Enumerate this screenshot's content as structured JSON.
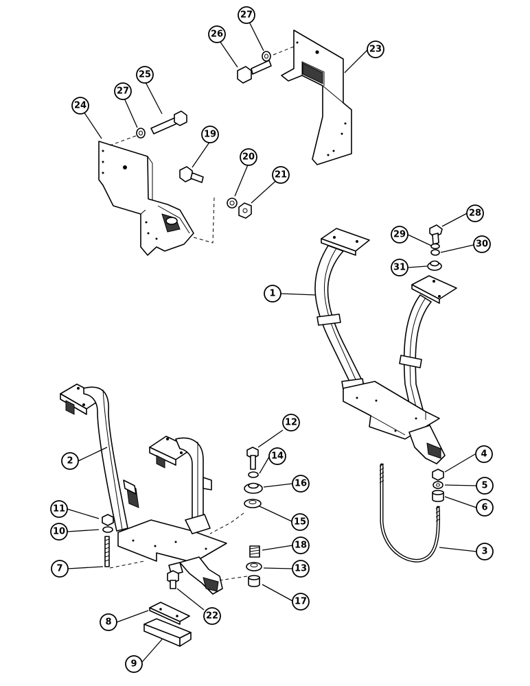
{
  "diagram": {
    "callouts": [
      {
        "id": "c1",
        "label": "1"
      },
      {
        "id": "c2",
        "label": "2"
      },
      {
        "id": "c3",
        "label": "3"
      },
      {
        "id": "c4",
        "label": "4"
      },
      {
        "id": "c5",
        "label": "5"
      },
      {
        "id": "c6",
        "label": "6"
      },
      {
        "id": "c7",
        "label": "7"
      },
      {
        "id": "c8",
        "label": "8"
      },
      {
        "id": "c9",
        "label": "9"
      },
      {
        "id": "c10",
        "label": "10"
      },
      {
        "id": "c11",
        "label": "11"
      },
      {
        "id": "c12",
        "label": "12"
      },
      {
        "id": "c13",
        "label": "13"
      },
      {
        "id": "c14",
        "label": "14"
      },
      {
        "id": "c15",
        "label": "15"
      },
      {
        "id": "c16",
        "label": "16"
      },
      {
        "id": "c17",
        "label": "17"
      },
      {
        "id": "c18",
        "label": "18"
      },
      {
        "id": "c19",
        "label": "19"
      },
      {
        "id": "c20",
        "label": "20"
      },
      {
        "id": "c21",
        "label": "21"
      },
      {
        "id": "c22",
        "label": "22"
      },
      {
        "id": "c23",
        "label": "23"
      },
      {
        "id": "c24",
        "label": "24"
      },
      {
        "id": "c25",
        "label": "25"
      },
      {
        "id": "c26",
        "label": "26"
      },
      {
        "id": "c27a",
        "label": "27"
      },
      {
        "id": "c27b",
        "label": "27"
      },
      {
        "id": "c28",
        "label": "28"
      },
      {
        "id": "c29",
        "label": "29"
      },
      {
        "id": "c30",
        "label": "30"
      },
      {
        "id": "c31",
        "label": "31"
      }
    ]
  }
}
